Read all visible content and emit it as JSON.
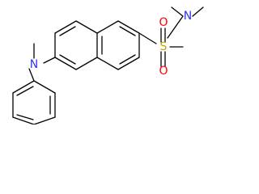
{
  "molecule": {
    "atoms": {
      "n_amine": {
        "symbol": "N",
        "color": "#3333ff"
      },
      "n_sulfonamide": {
        "symbol": "N",
        "color": "#3333ff"
      },
      "s": {
        "symbol": "S",
        "color": "#c8a400"
      },
      "o_upper": {
        "symbol": "O",
        "color": "#ff0000"
      },
      "o_lower": {
        "symbol": "O",
        "color": "#ff0000"
      }
    },
    "bond_color": "#000000"
  }
}
